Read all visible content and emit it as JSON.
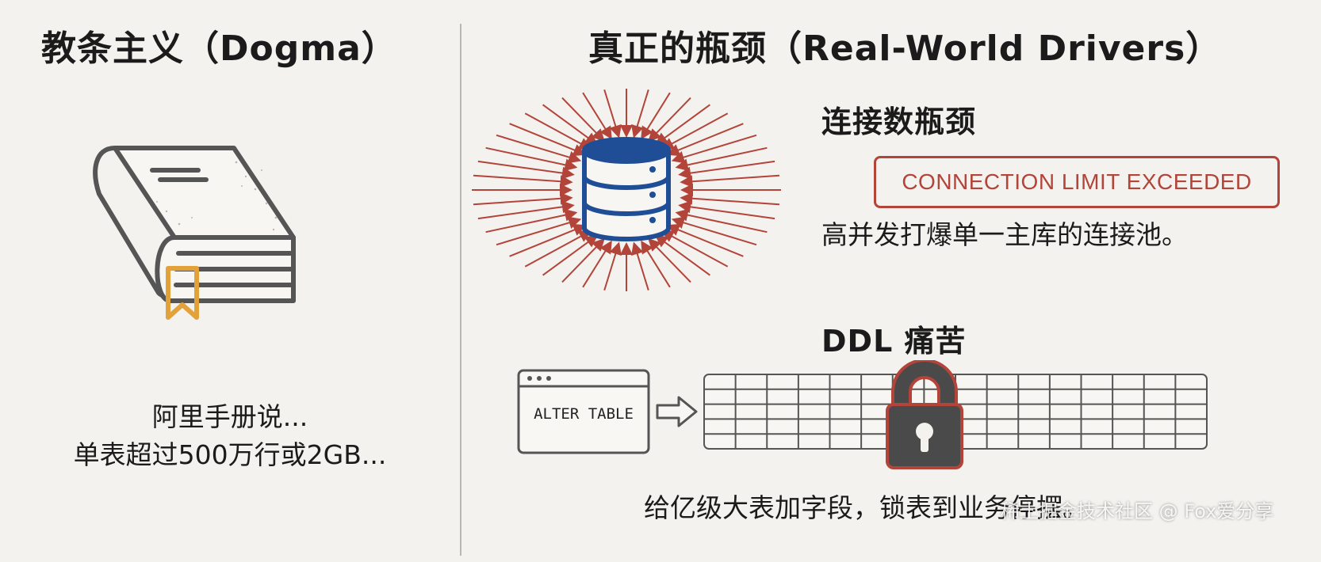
{
  "left": {
    "title": "教条主义（Dogma）",
    "caption_line1": "阿里手册说...",
    "caption_line2": "单表超过500万行或2GB..."
  },
  "right": {
    "title": "真正的瓶颈（Real-World Drivers）",
    "connection": {
      "heading": "连接数瓶颈",
      "alert": "CONNECTION LIMIT EXCEEDED",
      "description": "高并发打爆单一主库的连接池。"
    },
    "ddl": {
      "heading": "DDL 痛苦",
      "command": "ALTER TABLE",
      "description": "给亿级大表加字段，锁表到业务停摆。"
    }
  },
  "watermark": "稀土掘金技术社区 @ Fox爱分享",
  "icons": [
    "book-icon",
    "bookmark-icon",
    "database-icon",
    "incoming-arrows",
    "terminal-window-icon",
    "arrow-right-icon",
    "lock-icon",
    "table-grid"
  ],
  "colors": {
    "background": "#f3f2ee",
    "alert_red": "#b3443a",
    "database_blue": "#1f4e96",
    "bookmark_orange": "#e3a13a",
    "lock_gray": "#4a4a4a",
    "line_gray": "#555555"
  }
}
